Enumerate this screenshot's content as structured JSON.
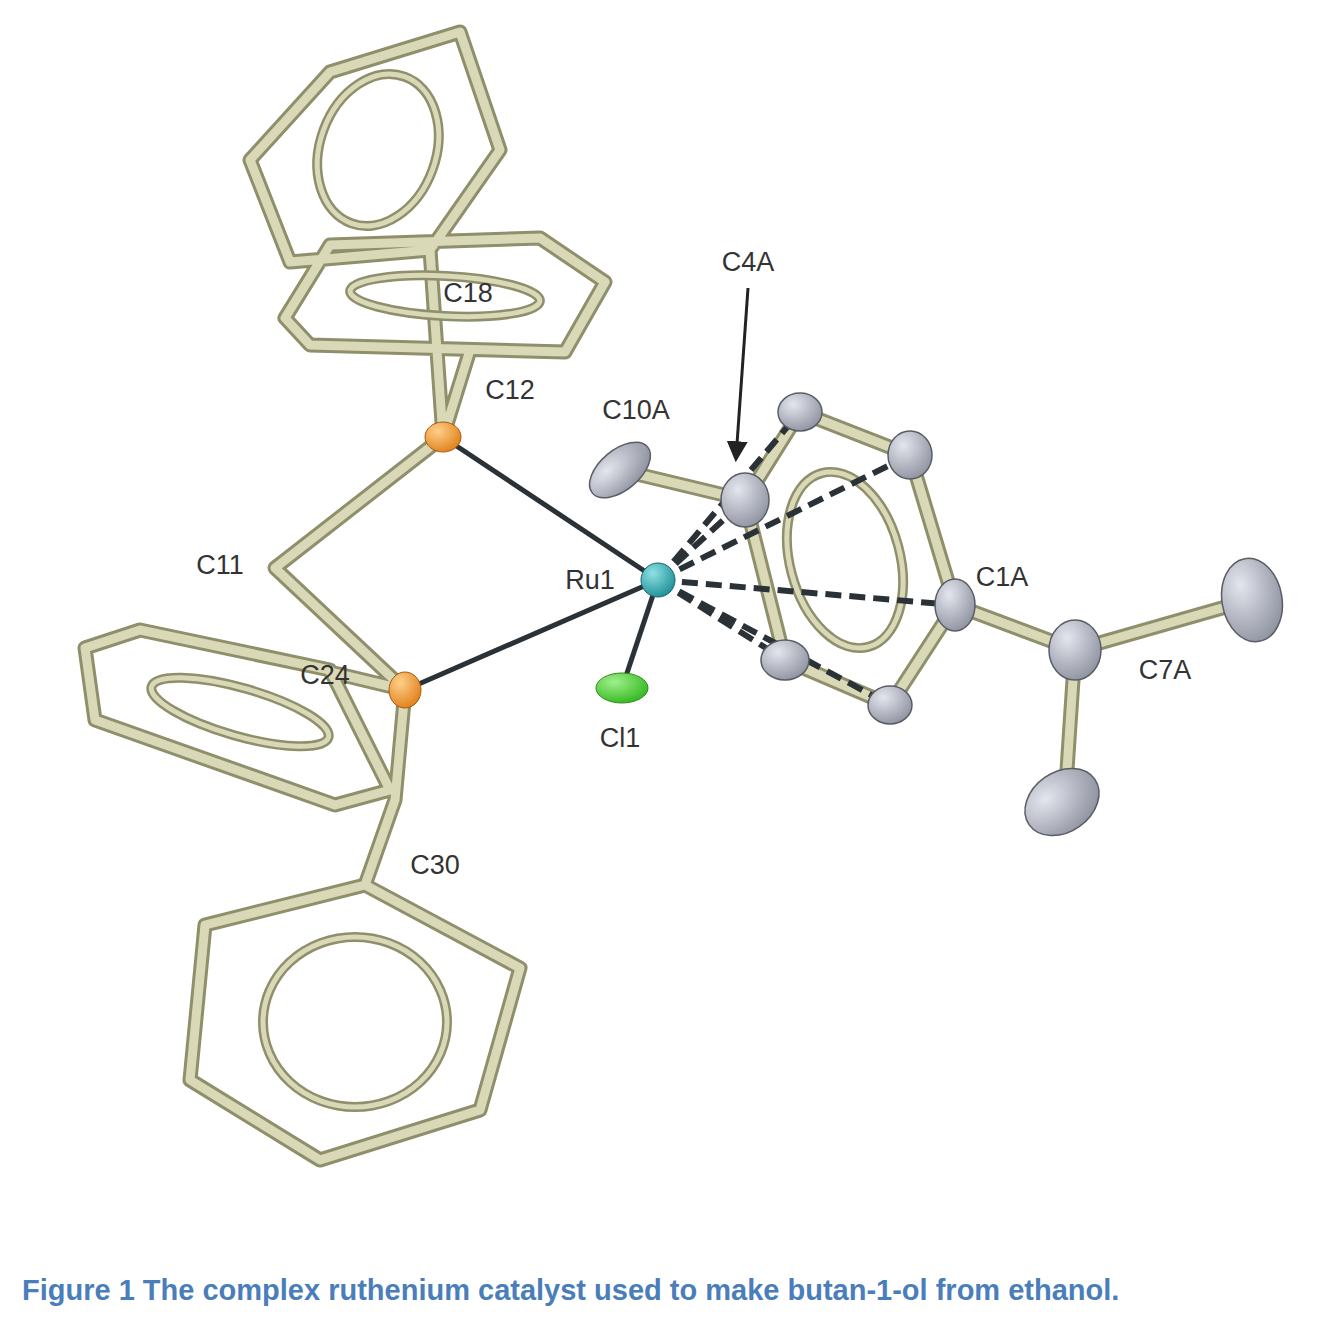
{
  "diagram": {
    "caption": "Figure 1 The complex ruthenium catalyst used to make butan-1-ol from ethanol.",
    "labels": [
      "C4A",
      "C18",
      "C12",
      "C10A",
      "C11",
      "C1A",
      "Ru1",
      "C7A",
      "C24",
      "Cl1",
      "C30"
    ]
  }
}
